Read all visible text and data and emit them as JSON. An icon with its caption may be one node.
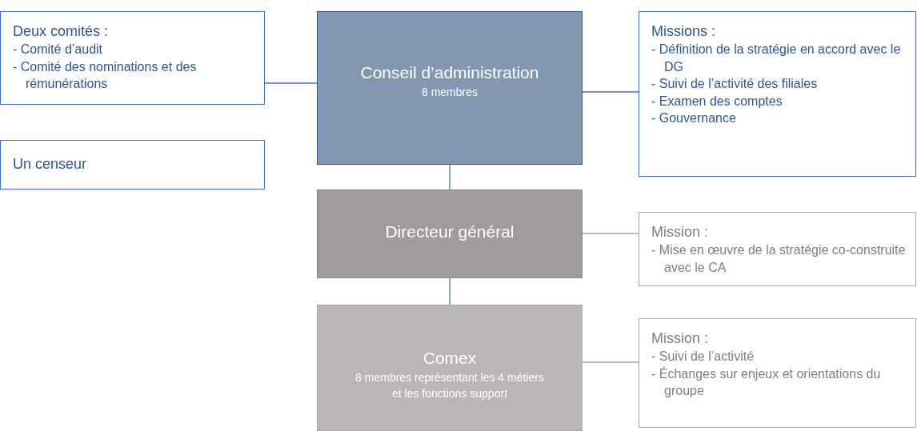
{
  "diagram": {
    "nodes": [
      {
        "text": [
          "Deux comités :",
          "- Comité d’audit",
          "- Comité des nominations et des rémunérations"
        ]
      },
      {
        "text": [
          "Un censeur"
        ]
      },
      {
        "text": [
          "Conseil d’administration",
          "8  membres"
        ]
      },
      {
        "text": [
          "Missions :",
          "- Définition de la stratégie en accord avec le DG",
          "- Suivi de l’activité des filiales",
          "- Examen des comptes",
          "- Gouvernance"
        ]
      },
      {
        "text": [
          "Directeur général"
        ]
      },
      {
        "text": [
          "Mission :",
          "- Mise en œuvre de la stratégie co-construite avec le CA"
        ]
      },
      {
        "text": [
          "Comex",
          "8 membres représentant les 4 métiers et les fonctions support"
        ]
      },
      {
        "text": [
          "Mission :",
          "- Suivi de l’activité",
          "- Échanges sur enjeux et orientations du groupe"
        ]
      }
    ],
    "edges": [
      {
        "from": 0,
        "to": 2,
        "arrow": "none"
      },
      {
        "from": 2,
        "to": 3,
        "arrow": "none"
      },
      {
        "from": 2,
        "to": 4,
        "arrow": "none"
      },
      {
        "from": 4,
        "to": 5,
        "arrow": "none",
        "color": "#a6a6a6"
      },
      {
        "from": 4,
        "to": 6,
        "arrow": "none"
      },
      {
        "from": 6,
        "to": 7,
        "arrow": "none",
        "color": "#a6a6a6"
      }
    ]
  }
}
